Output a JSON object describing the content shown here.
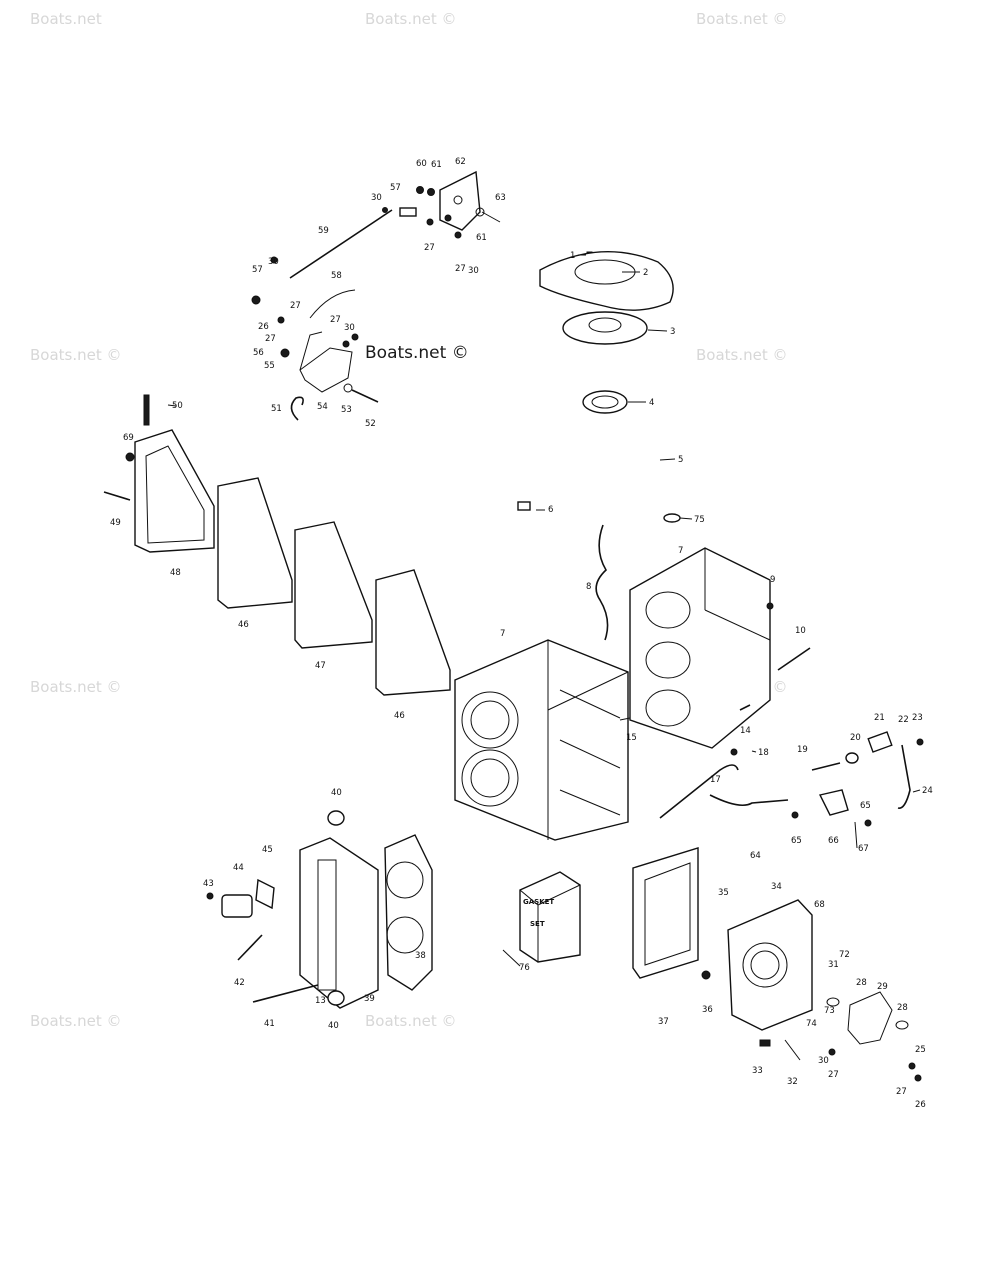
{
  "watermarks": [
    "Boats.net",
    "Boats.net ©",
    "Boats.net ©",
    "Boats.net ©",
    "Boats.net ©",
    "Boats.net ©",
    "Boats.net ©",
    "Boats.net ©",
    "Boats.net ©",
    "Boats.net ©"
  ],
  "kit_label": {
    "line1": "GASKET",
    "line2": "SET"
  },
  "callouts": [
    "1",
    "2",
    "3",
    "4",
    "5",
    "6",
    "7",
    "7",
    "8",
    "9",
    "10",
    "13",
    "14",
    "15",
    "17",
    "18",
    "19",
    "20",
    "21",
    "22",
    "23",
    "24",
    "25",
    "26",
    "26",
    "27",
    "27",
    "27",
    "27",
    "27",
    "27",
    "27",
    "28",
    "28",
    "29",
    "30",
    "30",
    "30",
    "30",
    "30",
    "31",
    "32",
    "33",
    "34",
    "35",
    "36",
    "37",
    "38",
    "39",
    "40",
    "40",
    "41",
    "42",
    "43",
    "44",
    "45",
    "46",
    "46",
    "47",
    "48",
    "49",
    "50",
    "51",
    "52",
    "53",
    "54",
    "55",
    "56",
    "57",
    "57",
    "58",
    "59",
    "60",
    "61",
    "61",
    "62",
    "63",
    "64",
    "65",
    "65",
    "66",
    "67",
    "68",
    "69",
    "72",
    "73",
    "74",
    "75",
    "76"
  ]
}
